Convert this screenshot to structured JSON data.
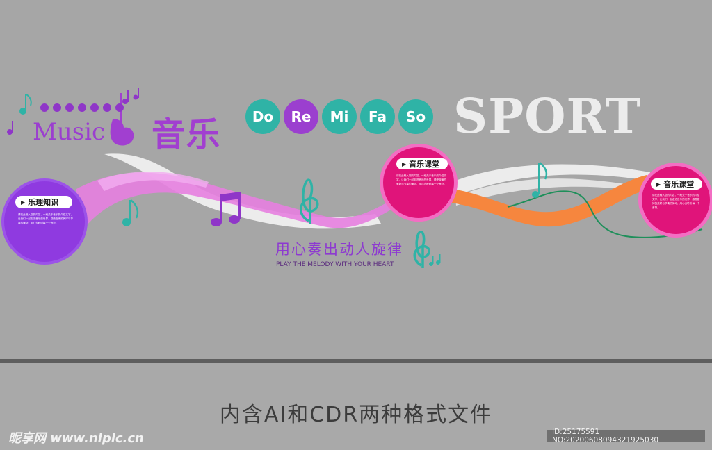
{
  "header": {
    "music_word": "Music",
    "yinyue": "音乐",
    "solfege": [
      {
        "label": "Do",
        "color": "#2fb3a6"
      },
      {
        "label": "Re",
        "color": "#9b3fcf"
      },
      {
        "label": "Mi",
        "color": "#2fb3a6"
      },
      {
        "label": "Fa",
        "color": "#2fb3a6"
      },
      {
        "label": "So",
        "color": "#2fb3a6"
      }
    ],
    "sport": "SPORT"
  },
  "panels": [
    {
      "title": "乐理知识",
      "color": "#8f3ae0",
      "text": "请在此输入您的内容，一段关于音乐的介绍文字，让我们一起走进音乐的世界，感受旋律的美好与节奏的律动，用心去聆听每一个音符。"
    },
    {
      "title": "音乐课堂",
      "color": "#e0147a",
      "text": "请在此输入您的内容，一段关于音乐的介绍文字，让我们一起走进音乐的世界，感受旋律的美好与节奏的律动，用心去聆听每一个音符。"
    },
    {
      "title": "音乐课堂",
      "color": "#e0147a",
      "text": "请在此输入您的内容，一段关于音乐的介绍文字，让我们一起走进音乐的世界，感受旋律的美好与节奏的律动，用心去聆听每一个音符。"
    }
  ],
  "slogan": {
    "cn": "用心奏出动人旋律",
    "en": "PLAY THE MELODY WITH YOUR HEART"
  },
  "footer": {
    "format_note": "内含AI和CDR两种格式文件",
    "watermark_left": "昵享网 www.nipic.cn",
    "watermark_right": "ID:25175591 NO:20200608094321925030"
  },
  "colors": {
    "background": "#a6a6a6",
    "purple": "#9b3fcf",
    "magenta": "#e0147a",
    "teal": "#2fb3a6",
    "orange": "#f57f32"
  }
}
